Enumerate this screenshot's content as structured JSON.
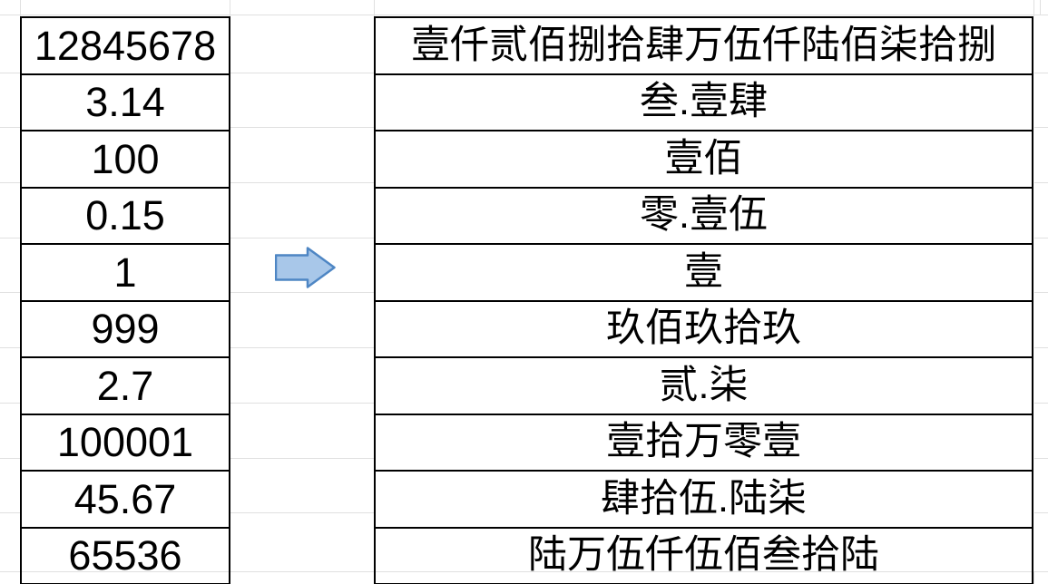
{
  "table": {
    "rows": [
      {
        "number": "12845678",
        "chinese": "壹仟贰佰捌拾肆万伍仟陆佰柒拾捌"
      },
      {
        "number": "3.14",
        "chinese": "叁.壹肆"
      },
      {
        "number": "100",
        "chinese": "壹佰"
      },
      {
        "number": "0.15",
        "chinese": "零.壹伍"
      },
      {
        "number": "1",
        "chinese": "壹"
      },
      {
        "number": "999",
        "chinese": "玖佰玖拾玖"
      },
      {
        "number": "2.7",
        "chinese": "贰.柒"
      },
      {
        "number": "100001",
        "chinese": "壹拾万零壹"
      },
      {
        "number": "45.67",
        "chinese": "肆拾伍.陆柒"
      },
      {
        "number": "65536",
        "chinese": "陆万伍仟伍佰叁拾陆"
      }
    ]
  },
  "arrow": {
    "icon": "right-arrow-icon",
    "fill": "#a8c7e9",
    "stroke": "#4e86c4"
  },
  "colors": {
    "background": "#ffffff",
    "cell_border": "#000000",
    "gridline": "#e0e0e0"
  }
}
